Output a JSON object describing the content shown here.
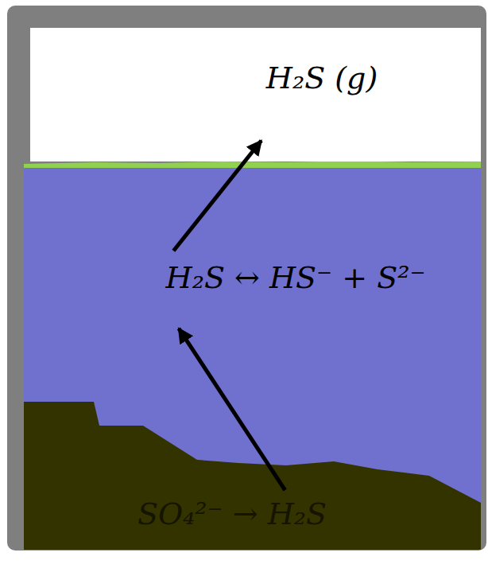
{
  "diagram": {
    "nodes": [
      {
        "text": [
          "H₂S (g)"
        ]
      },
      {
        "text": [
          "H₂S ↔ HS⁻ + S²⁻"
        ]
      },
      {
        "text": [
          "SO₄²⁻ → H₂S"
        ]
      }
    ],
    "edges": [
      {
        "from": 2,
        "to": 1,
        "arrow": "to"
      },
      {
        "from": 1,
        "to": 0,
        "arrow": "to"
      }
    ]
  }
}
